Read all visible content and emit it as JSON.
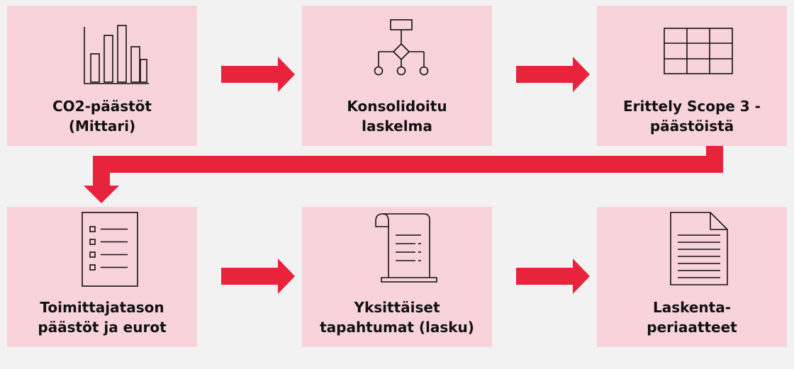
{
  "colors": {
    "background": "#f2f2f2",
    "box_fill": "#f8d3da",
    "arrow": "#e8243c",
    "icon_stroke": "#111111",
    "text": "#111111"
  },
  "steps": [
    {
      "icon": "bar-chart-icon",
      "lines": [
        "CO2-päästöt",
        "(Mittari)"
      ]
    },
    {
      "icon": "hierarchy-icon",
      "lines": [
        "Konsolidoitu",
        "laskelma"
      ]
    },
    {
      "icon": "table-grid-icon",
      "lines": [
        "Erittely Scope 3 -",
        "päästöistä"
      ]
    },
    {
      "icon": "checklist-icon",
      "lines": [
        "Toimittajatason",
        "päästöt ja eurot"
      ]
    },
    {
      "icon": "receipt-scroll-icon",
      "lines": [
        "Yksittäiset",
        "tapahtumat (lasku)"
      ]
    },
    {
      "icon": "document-icon",
      "lines": [
        "Laskenta-",
        "periaatteet"
      ]
    }
  ]
}
